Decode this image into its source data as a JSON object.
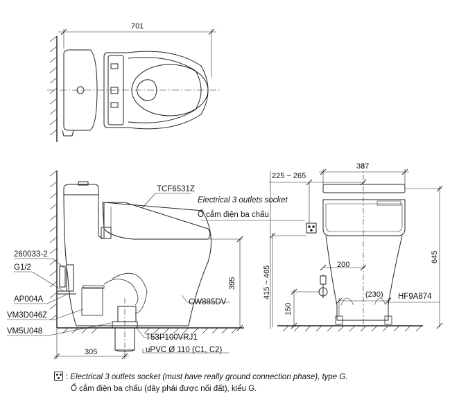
{
  "top_view": {
    "width_dim": "701"
  },
  "side_view": {
    "callouts": {
      "seat": "TCF6531Z",
      "socket_en": "Electrical 3 outlets socket",
      "socket_vi": "Ổ cắm điện ba chấu",
      "water_inlet": "260033-2",
      "thread": "G1/2",
      "valve": "AP004A",
      "flange": "VM3D046Z",
      "gasket": "VM5U048",
      "bowl": "CW885DV",
      "adapter": "T53P100VRJ1",
      "pipe": "uPVC Ø 110 (C1, C2)"
    },
    "dims": {
      "height": "395",
      "offset": "305"
    }
  },
  "front_view": {
    "dims": {
      "socket_range": "225 ~ 265",
      "width": "387",
      "height": "645",
      "inlet_range": "415 ~ 465",
      "inlet_offset": "200",
      "inlet_height": "150",
      "bolt_spacing": "(230)"
    },
    "callouts": {
      "bolts": "HF9A874"
    }
  },
  "legend": {
    "line_en": "Electrical 3 outlets socket (must have really ground connection phase), type G.",
    "line_vi": "Ổ cắm điện ba chấu (dây phải được nối đất), kiểu G."
  }
}
